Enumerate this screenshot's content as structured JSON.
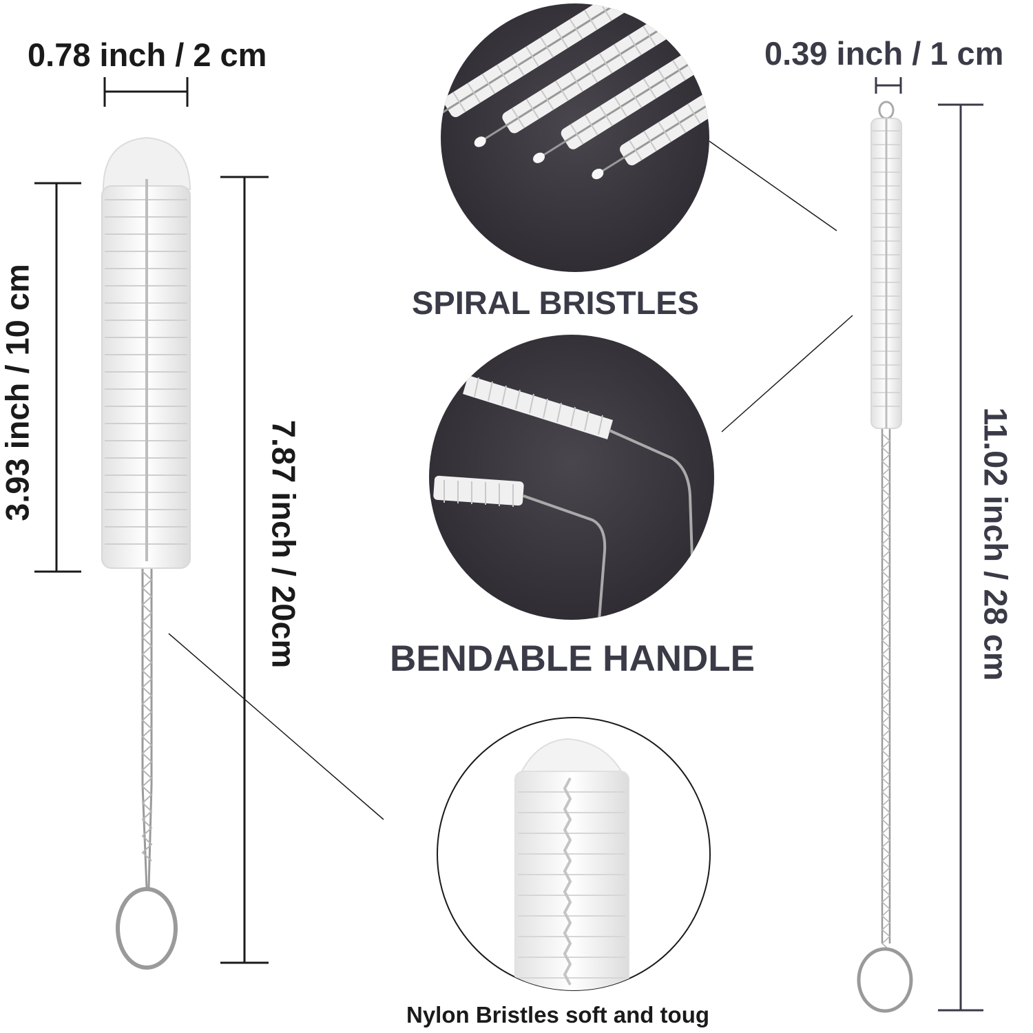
{
  "labels": {
    "left_width": "0.78 inch / 2 cm",
    "left_head_length": "3.93 inch / 10 cm",
    "left_total_length": "7.87 inch / 20cm",
    "right_width": "0.39 inch / 1 cm",
    "right_total_length": "11.02 inch / 28 cm"
  },
  "features": {
    "spiral": "SPIRAL BRISTLES",
    "bendable": "BENDABLE HANDLE",
    "nylon": "Nylon Bristles soft and toug"
  },
  "colors": {
    "dark_circle": "#3a363c",
    "bristle": "#f4f4f4",
    "wire": "#8a8a8a",
    "text_dark": "#1a1a1a",
    "text_gray": "#3b3b48"
  }
}
